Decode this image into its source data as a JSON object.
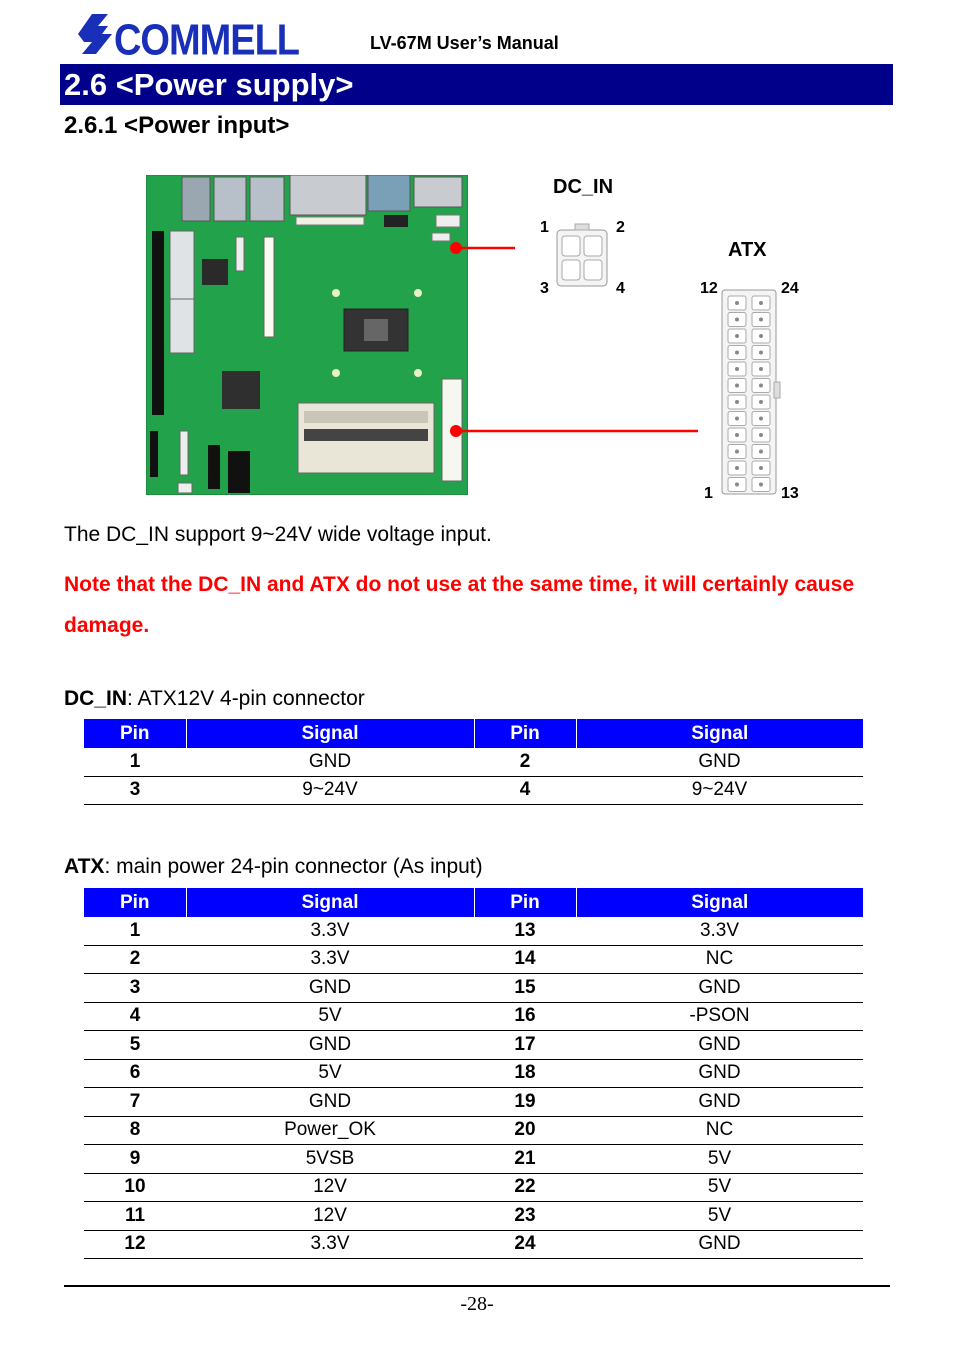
{
  "header": {
    "logo_text": "COMMELL",
    "manual_title": "LV-67M User’s Manual",
    "brand_color": "#1a2fb8"
  },
  "section": {
    "title": "2.6 <Power supply>",
    "subtitle": "2.6.1 <Power input>"
  },
  "figure": {
    "dc_in_label": "DC_IN",
    "atx_label": "ATX",
    "dc_in_pins": {
      "p1": "1",
      "p2": "2",
      "p3": "3",
      "p4": "4"
    },
    "atx_pins": {
      "p12": "12",
      "p24": "24",
      "p1": "1",
      "p13": "13"
    },
    "pointer_color": "#ff0000",
    "board_color": "#22a24a"
  },
  "body": {
    "intro": "The DC_IN support 9~24V wide voltage input.",
    "note": "Note that the DC_IN and ATX do not use at the same time, it will certainly cause damage."
  },
  "dc_table": {
    "caption_bold": "DC_IN",
    "caption_rest": ": ATX12V 4-pin connector",
    "headers": [
      "Pin",
      "Signal",
      "Pin",
      "Signal"
    ],
    "rows": [
      [
        "1",
        "GND",
        "2",
        "GND"
      ],
      [
        "3",
        "9~24V",
        "4",
        "9~24V"
      ]
    ]
  },
  "atx_table": {
    "caption_bold": "ATX",
    "caption_rest": ": main power 24-pin connector (As input)",
    "headers": [
      "Pin",
      "Signal",
      "Pin",
      "Signal"
    ],
    "rows": [
      [
        "1",
        "3.3V",
        "13",
        "3.3V"
      ],
      [
        "2",
        "3.3V",
        "14",
        "NC"
      ],
      [
        "3",
        "GND",
        "15",
        "GND"
      ],
      [
        "4",
        "5V",
        "16",
        "-PSON"
      ],
      [
        "5",
        "GND",
        "17",
        "GND"
      ],
      [
        "6",
        "5V",
        "18",
        "GND"
      ],
      [
        "7",
        "GND",
        "19",
        "GND"
      ],
      [
        "8",
        "Power_OK",
        "20",
        "NC"
      ],
      [
        "9",
        "5VSB",
        "21",
        "5V"
      ],
      [
        "10",
        "12V",
        "22",
        "5V"
      ],
      [
        "11",
        "12V",
        "23",
        "5V"
      ],
      [
        "12",
        "3.3V",
        "24",
        "GND"
      ]
    ]
  },
  "footer": {
    "page_number": "-28-"
  }
}
